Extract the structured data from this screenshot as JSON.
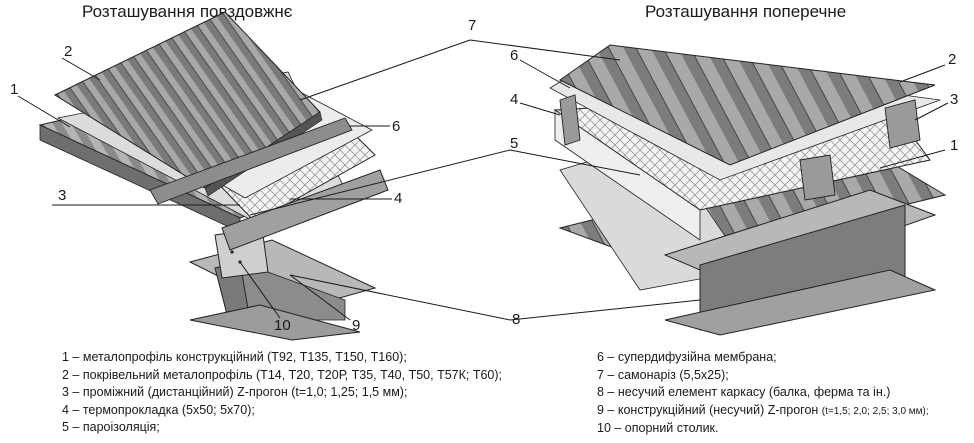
{
  "titles": {
    "left": "Розташування повздовжнє",
    "right": "Розташування поперечне"
  },
  "callouts": {
    "left": [
      "1",
      "2",
      "3",
      "4",
      "6",
      "10",
      "9"
    ],
    "shared": [
      "7",
      "5",
      "8"
    ],
    "right": [
      "6",
      "4",
      "5",
      "2",
      "3",
      "1"
    ]
  },
  "legend_left": [
    "1 – металопрофіль конструкційний (Т92, Т135, Т150, Т160);",
    "2 – покрівельний металопрофіль (Т14, Т20, Т20Р, Т35, Т40, Т50, Т57К; Т60);",
    "3 – проміжний (дистанційний) Z-прогон (t=1,0; 1,25; 1,5 мм);",
    "4 – термопрокладка (5х50; 5х70);",
    "5 – пароізоляція;"
  ],
  "legend_right": [
    "6 – супердифузійна мембрана;",
    "7 – самонаріз (5,5х25);",
    "8 – несучий елемент каркасу (балка, ферма та ін.)",
    "9 – конструкційний (несучий) Z-прогон ",
    "(t=1,5; 2,0; 2,5; 3,0 мм);",
    "10 – опорний столик."
  ],
  "colors": {
    "steel": "#9a9a9a",
    "steel_dark": "#5c5c5c",
    "steel_light": "#c4c4c4",
    "membrane": "#e6e6e6",
    "insulation": "#f2f2f2",
    "line": "#1a1a1a"
  }
}
